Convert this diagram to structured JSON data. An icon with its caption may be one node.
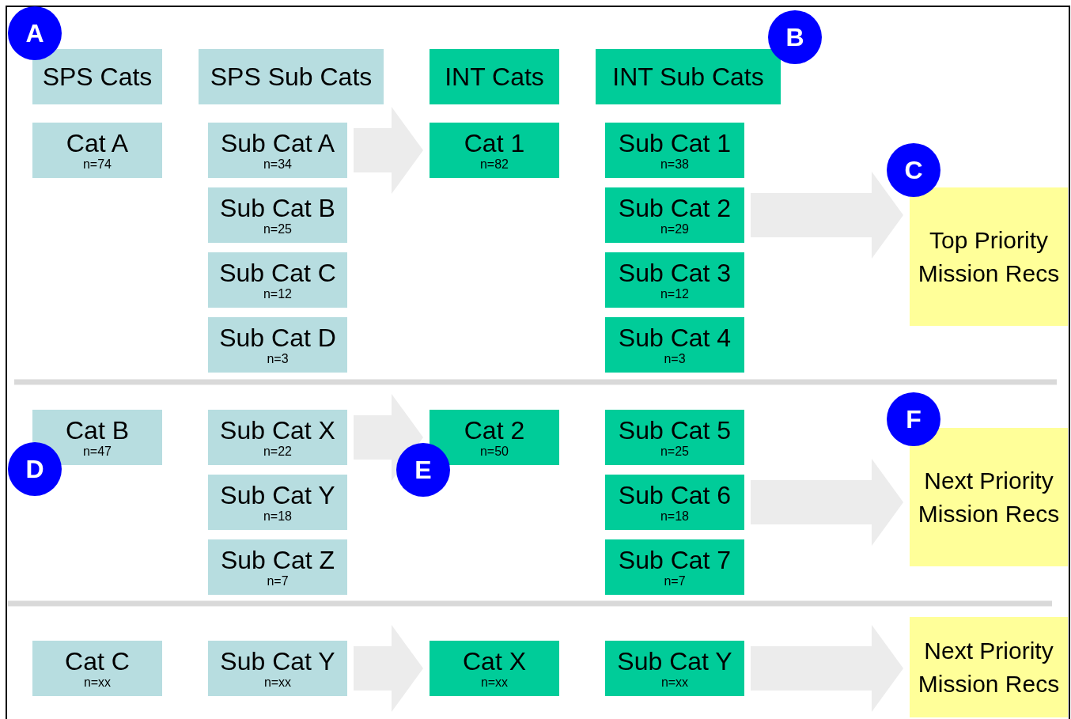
{
  "diagram": {
    "nodes": [
      {
        "text": [
          "A"
        ]
      },
      {
        "text": [
          "SPS Cats"
        ]
      },
      {
        "text": [
          "SPS Sub Cats"
        ]
      },
      {
        "text": [
          "INT Cats"
        ]
      },
      {
        "text": [
          "B"
        ]
      },
      {
        "text": [
          "INT Sub Cats"
        ]
      },
      {
        "text": [
          "Cat A",
          "n=74"
        ]
      },
      {
        "text": [
          "Sub Cat A",
          "n=34"
        ]
      },
      {
        "text": [
          "Cat 1",
          "n=82"
        ]
      },
      {
        "text": [
          "Sub Cat 1",
          "n=38"
        ]
      },
      {
        "text": [
          "C"
        ]
      },
      {
        "text": [
          "Top Priority Mission Recs"
        ]
      },
      {
        "text": [
          "Sub Cat B",
          "n=25"
        ]
      },
      {
        "text": [
          "Sub Cat 2",
          "n=29"
        ]
      },
      {
        "text": [
          "Sub Cat C",
          "n=12"
        ]
      },
      {
        "text": [
          "Sub Cat 3",
          "n=12"
        ]
      },
      {
        "text": [
          "Sub Cat D",
          "n=3"
        ]
      },
      {
        "text": [
          "Sub Cat 4",
          "n=3"
        ]
      },
      {
        "text": [
          "Cat B",
          "n=47"
        ]
      },
      {
        "text": [
          "Sub Cat X",
          "n=22"
        ]
      },
      {
        "text": [
          "Cat 2",
          "n=50"
        ]
      },
      {
        "text": [
          "Sub Cat 5",
          "n=25"
        ]
      },
      {
        "text": [
          "F"
        ]
      },
      {
        "text": [
          "Next Priority Mission Recs"
        ]
      },
      {
        "text": [
          "D"
        ]
      },
      {
        "text": [
          "E"
        ]
      },
      {
        "text": [
          "Sub Cat Y",
          "n=18"
        ]
      },
      {
        "text": [
          "Sub Cat 6",
          "n=18"
        ]
      },
      {
        "text": [
          "Sub Cat Z",
          "n=7"
        ]
      },
      {
        "text": [
          "Sub Cat 7",
          "n=7"
        ]
      },
      {
        "text": [
          "Cat C",
          "n=xx"
        ]
      },
      {
        "text": [
          "Sub Cat Y",
          "n=xx"
        ]
      },
      {
        "text": [
          "Cat X",
          "n=xx"
        ]
      },
      {
        "text": [
          "Sub Cat Y",
          "n=xx"
        ]
      },
      {
        "text": [
          "Next Priority Mission Recs"
        ]
      }
    ],
    "edges": [
      {
        "from": 7,
        "to": 8,
        "arrow": "to"
      },
      {
        "from": 13,
        "to": 11,
        "arrow": "to"
      },
      {
        "from": 19,
        "to": 20,
        "arrow": "to"
      },
      {
        "from": 27,
        "to": 23,
        "arrow": "to"
      },
      {
        "from": 31,
        "to": 32,
        "arrow": "to"
      },
      {
        "from": 33,
        "to": 34,
        "arrow": "to"
      }
    ]
  }
}
